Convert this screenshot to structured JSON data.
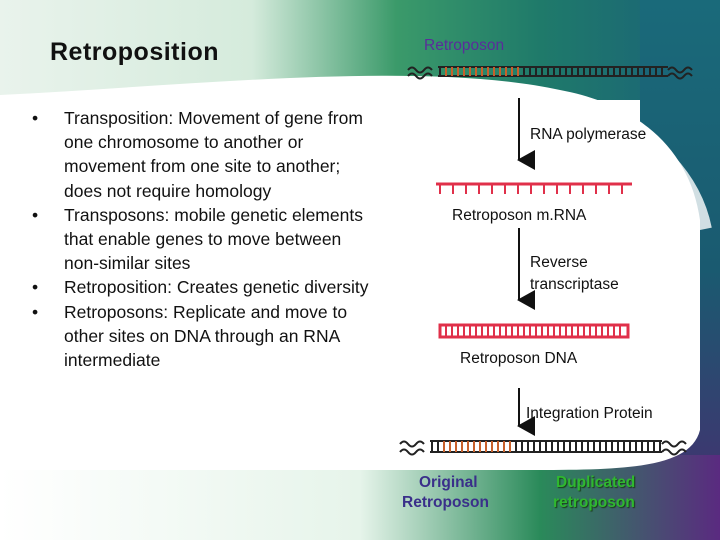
{
  "title": "Retroposition",
  "bullets": [
    "Transposition: Movement of gene from one chromosome to another or movement from one site to another; does not require homology",
    "Transposons: mobile genetic elements that enable genes to move between non-similar sites",
    "Retroposition: Creates genetic diversity",
    "Retroposons: Replicate and move to other sites on DNA through an RNA intermediate"
  ],
  "bullet_symbol": "•",
  "diagram": {
    "top_label": "Retroposon",
    "step1_enzyme": "RNA polymerase",
    "mrna_label": "Retroposon m.RNA",
    "step2_enzyme_line1": "Reverse",
    "step2_enzyme_line2": "transcriptase",
    "dna_label": "Retroposon DNA",
    "step3_enzyme": "Integration Protein",
    "original_line1": "Original",
    "original_line2": "Retroposon",
    "duplicated_line1": "Duplicated",
    "duplicated_line2": "retroposon"
  },
  "colors": {
    "title_text": "#111111",
    "purple_label": "#5a2d9a",
    "green_label": "#2fb82f",
    "strand_dark": "#222222",
    "strand_red": "#e0304a",
    "strand_orange": "#c8602a"
  }
}
